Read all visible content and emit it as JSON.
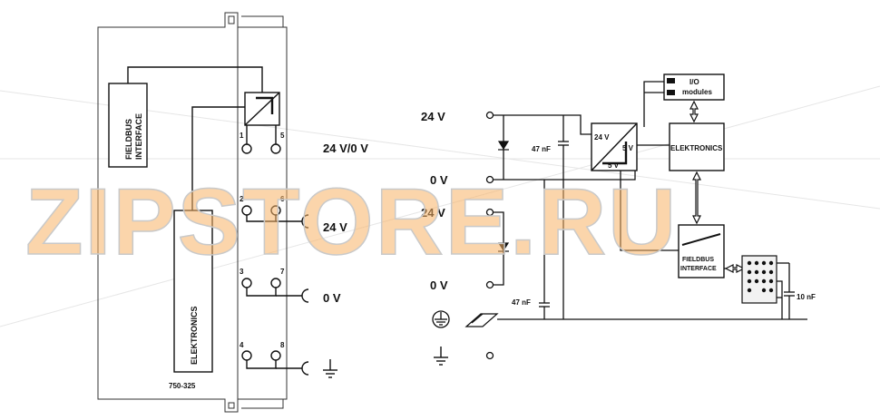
{
  "watermark": "ZIPSTORE.RU",
  "module_number": "750-325",
  "left_diagram": {
    "fieldbus_label": "FIELDBUS INTERFACE",
    "elektronics_label": "ELEKTRONICS",
    "terminals": [
      {
        "a": "1",
        "b": "5",
        "label": "24 V/0 V"
      },
      {
        "a": "2",
        "b": "6",
        "label": "24 V"
      },
      {
        "a": "3",
        "b": "7",
        "label": "0 V"
      },
      {
        "a": "4",
        "b": "8",
        "label": "ground"
      }
    ]
  },
  "right_diagram": {
    "inputs": [
      "24 V",
      "0 V",
      "24 V",
      "0 V"
    ],
    "cap_top": "47 nF",
    "cap_bottom": "47 nF",
    "cap_right": "10 nF",
    "converter_in": "24 V",
    "converter_out_a": "5 V",
    "converter_out_b": "5 V",
    "io_label_line1": "I/O",
    "io_label_line2": "modules",
    "elektronics_label": "ELEKTRONICS",
    "fieldbus_line1": "FIELDBUS",
    "fieldbus_line2": "INTERFACE"
  }
}
